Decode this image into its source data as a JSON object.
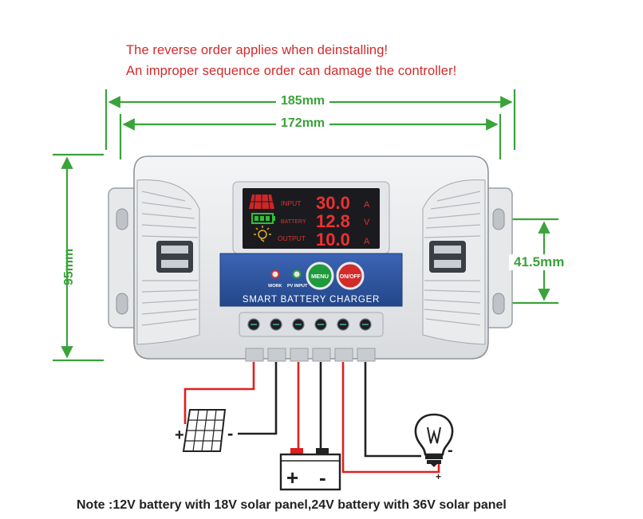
{
  "warnings": [
    "The reverse order applies when deinstalling!",
    "An improper sequence order can damage the controller!"
  ],
  "dimensions": {
    "width_outer": "185mm",
    "width_inner": "172mm",
    "height": "95mm",
    "hole_spacing": "41.5mm"
  },
  "display": {
    "rows": [
      {
        "label": "INPUT",
        "value": "30.0",
        "unit": "A"
      },
      {
        "label": "BATTERY",
        "value": "12.8",
        "unit": "V"
      },
      {
        "label": "OUTPUT",
        "value": "10.0",
        "unit": "A"
      }
    ]
  },
  "panel": {
    "indicators": [
      "WORK",
      "PV INPUT"
    ],
    "menu_label": "MENU",
    "onoff_label": "ON/OFF",
    "product_name": "SMART BATTERY CHARGER"
  },
  "wiring": {
    "solar_plus": "+",
    "solar_minus": "-",
    "battery_plus": "+",
    "battery_minus": "-",
    "load_minus": "-",
    "load_plus": "+"
  },
  "note": "Note :12V battery with 18V solar panel,24V battery with 36V solar panel",
  "colors": {
    "warning_text": "#d42a2a",
    "dimension_lines": "#3aa33a",
    "panel_blue": "#2f55a4",
    "menu_green": "#1f9a3c",
    "onoff_red": "#d32a2a",
    "wire_red": "#e02020",
    "wire_black": "#222222"
  }
}
